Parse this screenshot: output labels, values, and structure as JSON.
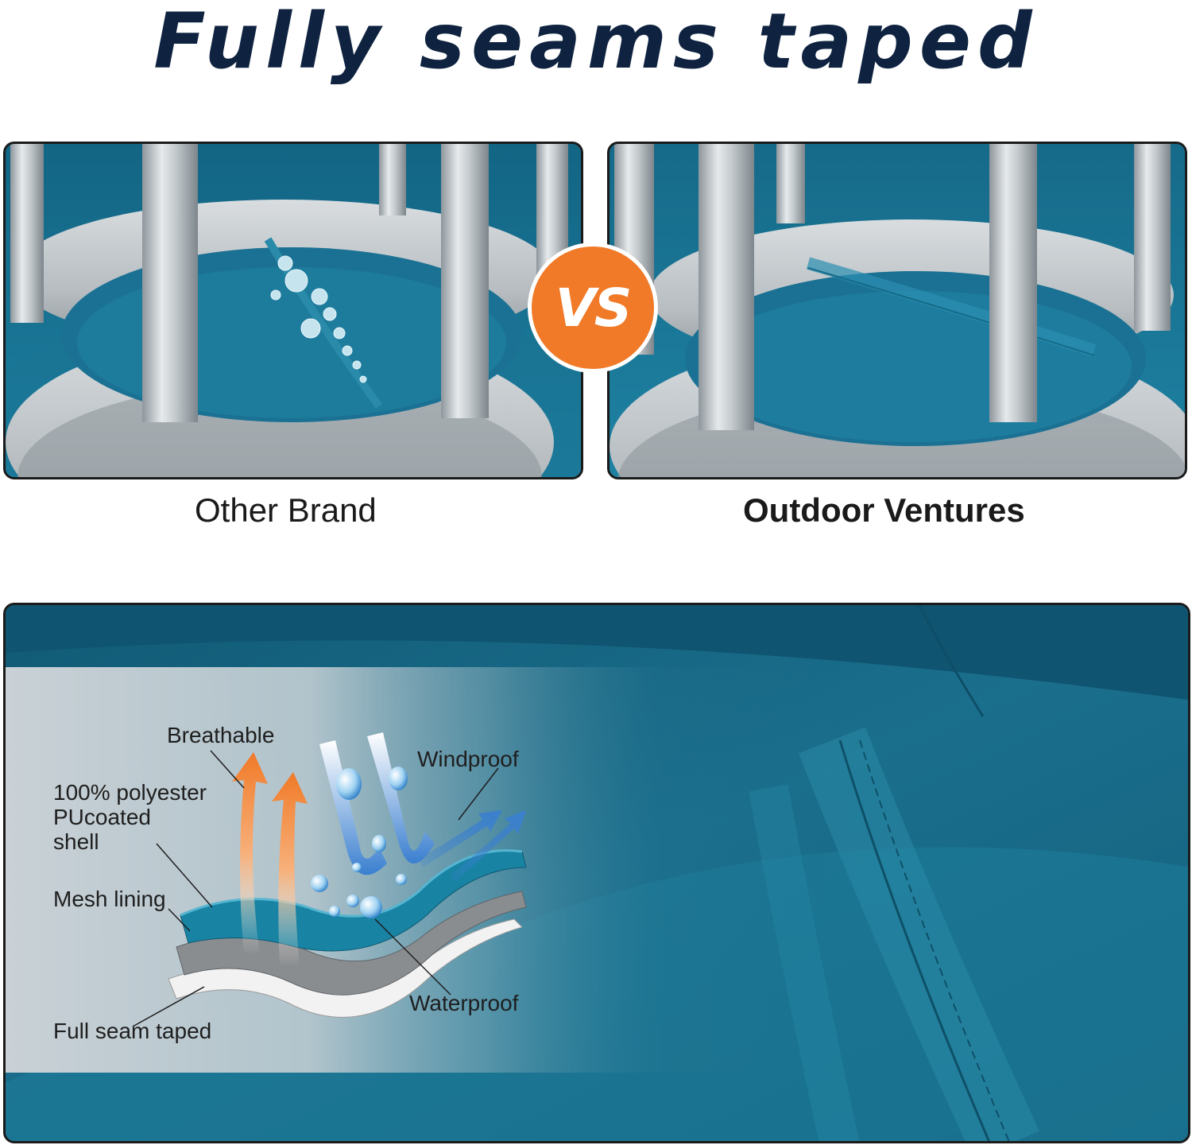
{
  "headline": "Fully seams taped",
  "comparison": {
    "vs_label": "VS",
    "left_caption": "Other Brand",
    "right_caption": "Outdoor Ventures"
  },
  "diagram": {
    "labels": {
      "breathable": "Breathable",
      "windproof": "Windproof",
      "shell_line1": "100% polyester",
      "shell_line2": "PUcoated",
      "shell_line3": "shell",
      "mesh": "Mesh lining",
      "waterproof": "Waterproof",
      "seam": "Full seam taped"
    }
  },
  "colors": {
    "headline": "#0f2340",
    "vs_badge": "#f07a28",
    "fabric_teal": "#1a6c8a",
    "arrow_orange": "#f08a3c",
    "arrow_blue": "#3a7fd0"
  }
}
